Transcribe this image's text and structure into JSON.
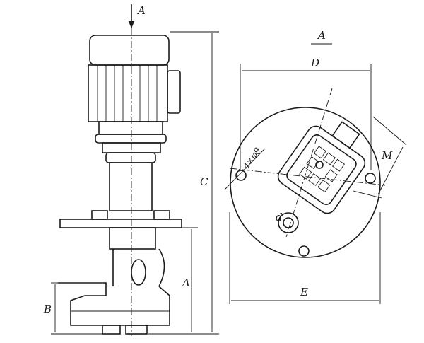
{
  "labels": {
    "view_arrow": "A",
    "view_title": "A",
    "height_total": "C",
    "height_outlet": "A",
    "height_base": "B",
    "diameter_outer": "D",
    "width_base": "E",
    "motor_size": "M",
    "bolt_holes": "4×φ9",
    "outlet_diameter": "d"
  },
  "colors": {
    "ink": "#1a1a1a",
    "paper": "#ffffff"
  }
}
